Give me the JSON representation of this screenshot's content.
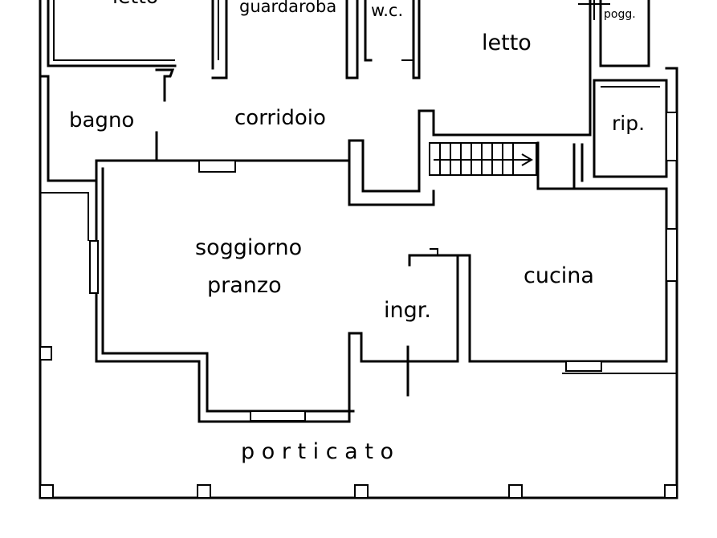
{
  "floor_plan": {
    "rooms": {
      "letto_top_left": "letto",
      "guardaroba": "guardaroba",
      "wc": "w.c.",
      "letto": "letto",
      "pogg": "pogg.",
      "bagno": "bagno",
      "corridoio": "corridoio",
      "rip": "rip.",
      "soggiorno": "soggiorno",
      "pranzo": "pranzo",
      "ingresso": "ingr.",
      "cucina": "cucina",
      "porticato": "p o r t i c a t o"
    }
  }
}
